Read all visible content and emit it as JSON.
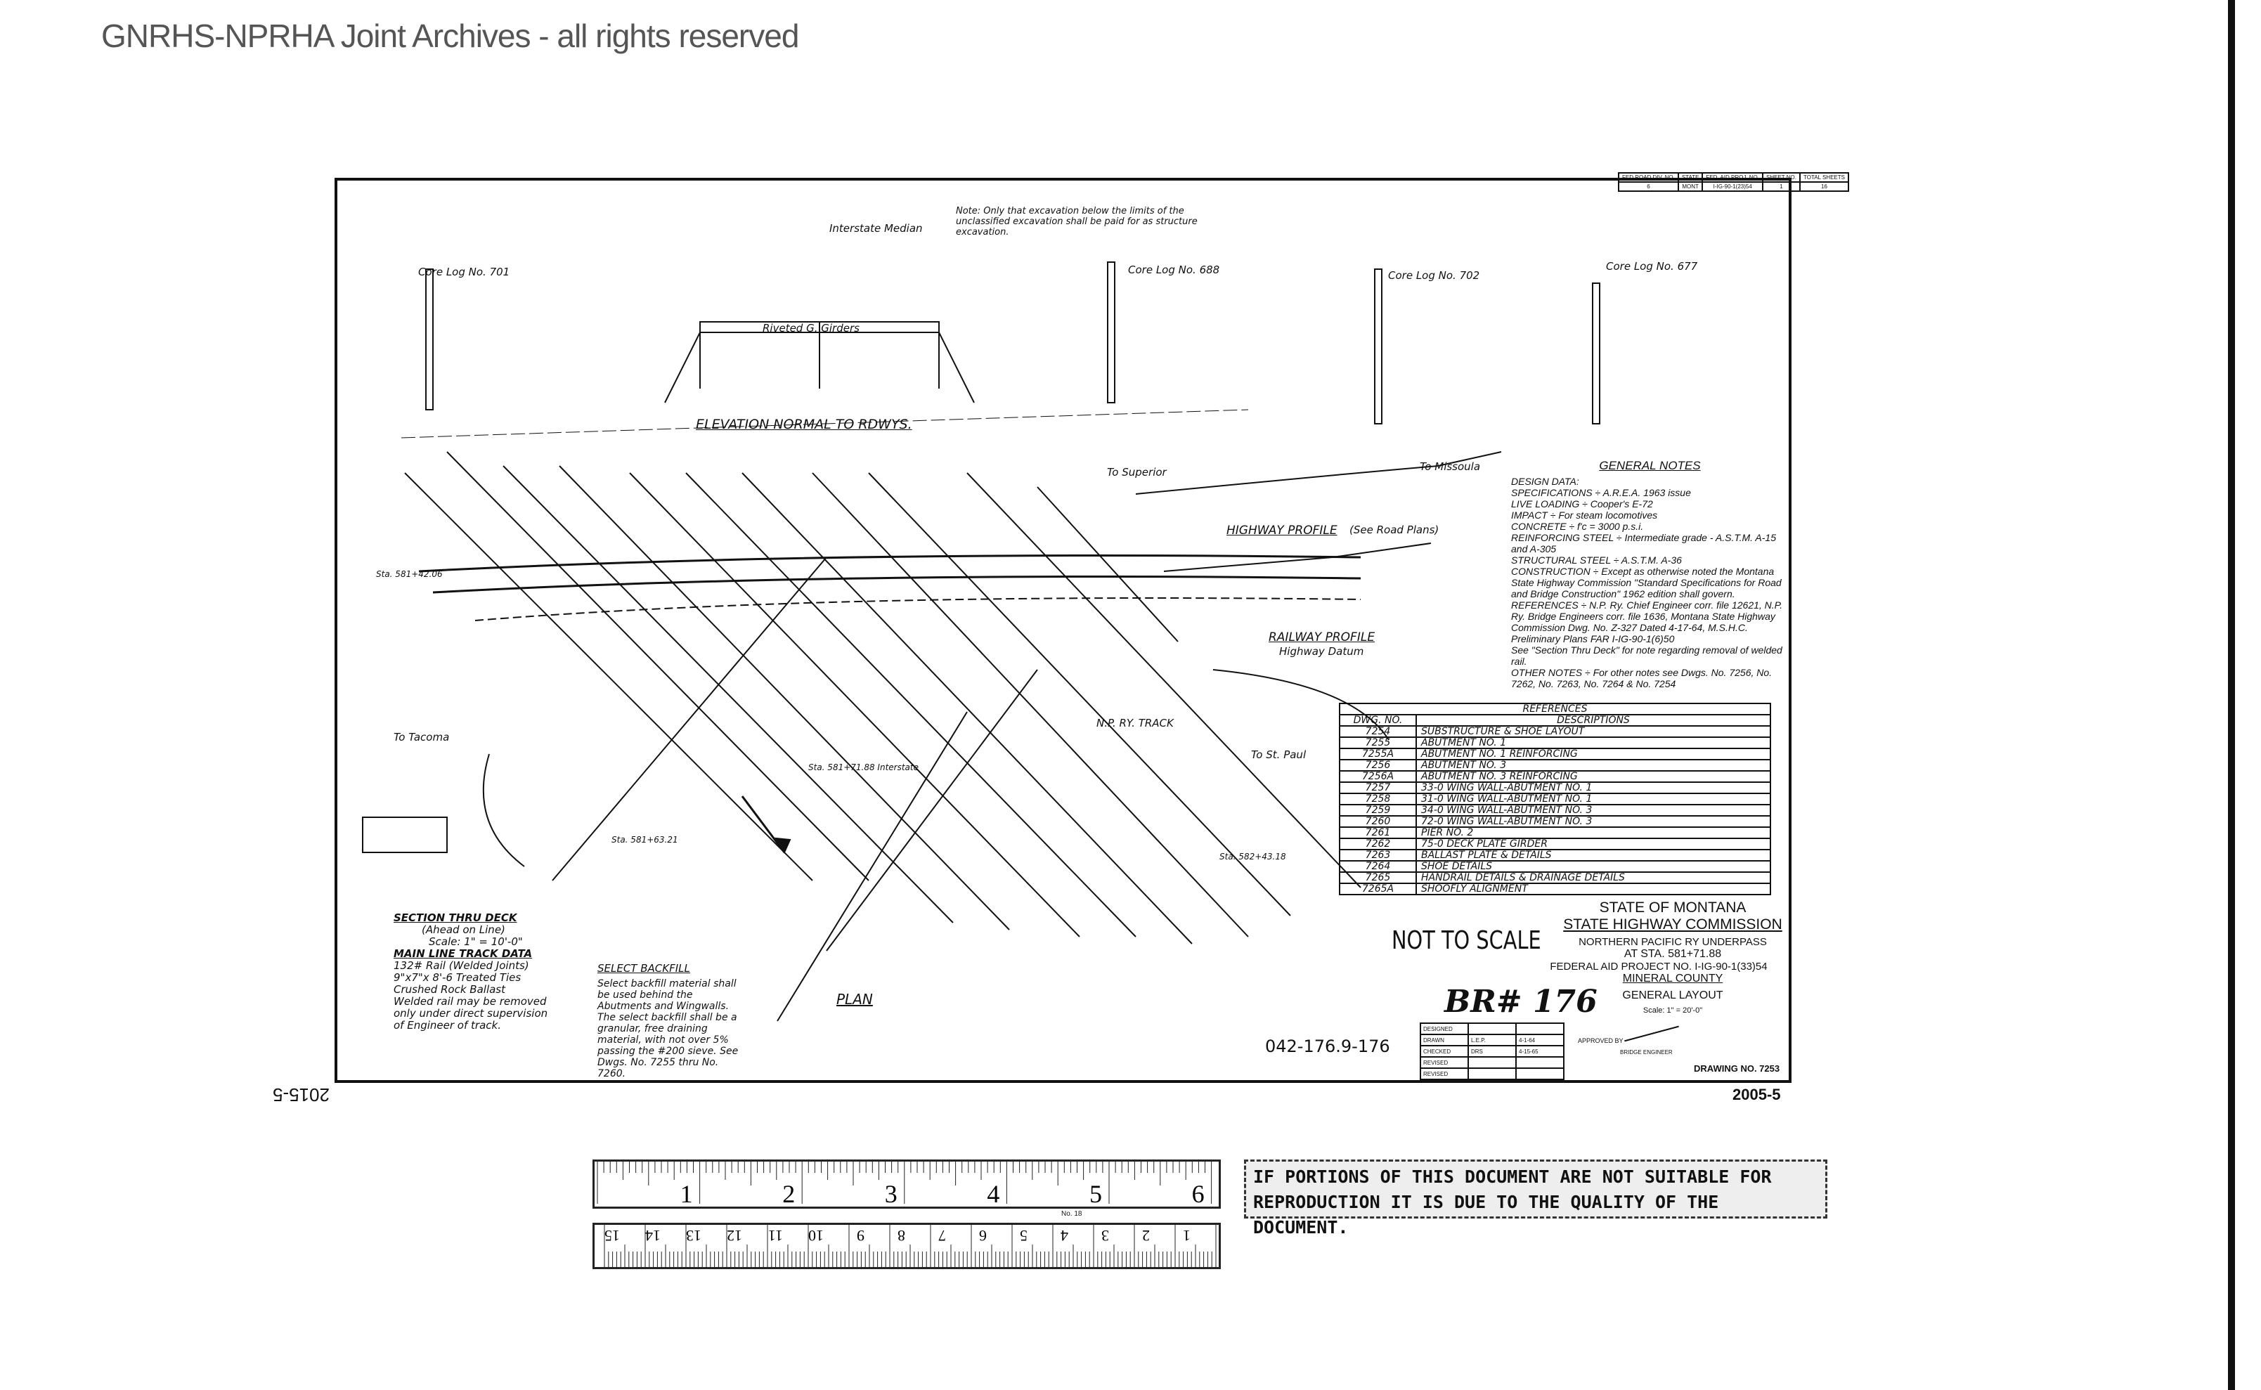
{
  "header": "GNRHS-NPRHA Joint Archives - all rights reserved",
  "top_box": {
    "headers": [
      "FED ROAD DIV. NO.",
      "STATE",
      "FED. AID PROJ. NO.",
      "SHEET NO.",
      "TOTAL SHEETS"
    ],
    "values": [
      "6",
      "MONT",
      "I-IG-90-1(23)54",
      "1",
      "16"
    ]
  },
  "views": {
    "elevation": "ELEVATION NORMAL TO RDWYS.",
    "plan": "PLAN",
    "highway_profile": "HIGHWAY PROFILE",
    "highway_profile_sub": "(See Road Plans)",
    "railway_profile": "RAILWAY PROFILE",
    "railway_profile_sub": "Highway Datum",
    "note_excavation": "Note: Only that excavation below the limits of the unclassified excavation shall be paid for as structure excavation.",
    "core_logs": [
      "Core Log No. 701",
      "Core Log No. 688",
      "Core Log No. 702",
      "Core Log No. 677"
    ],
    "riveted_girders": "Riveted G. Girders",
    "interstate_median": "Interstate Median",
    "to_tacoma": "To Tacoma",
    "to_st_paul": "To St. Paul",
    "to_missoula": "To Missoula",
    "to_superior": "To Superior",
    "np_track": "N.P. RY. TRACK",
    "stations": [
      "Sta. 581+71.88 Interstate",
      "Sta. 581+42.06",
      "Sta. 581+63.21",
      "Sta. 582+43.18"
    ]
  },
  "section_thru_deck": {
    "title": "SECTION THRU DECK",
    "sub1": "(Ahead on Line)",
    "sub2": "Scale: 1\" = 10'-0\"",
    "track_title": "MAIN LINE TRACK DATA",
    "track_lines": [
      "132# Rail (Welded Joints)",
      "9\"x7\"x 8'-6 Treated Ties",
      "Crushed Rock Ballast",
      "Welded rail may be removed",
      "only under direct supervision",
      "of Engineer of track."
    ]
  },
  "select_backfill": {
    "title": "SELECT BACKFILL",
    "text": "Select backfill material shall be used behind the Abutments and Wingwalls. The select backfill shall be a granular, free draining material, with not over 5% passing the #200 sieve. See Dwgs. No. 7255 thru No. 7260."
  },
  "general_notes": {
    "title": "GENERAL NOTES",
    "lines": [
      "DESIGN DATA:",
      "SPECIFICATIONS ÷ A.R.E.A. 1963 issue",
      "LIVE LOADING ÷ Cooper's E-72",
      "IMPACT ÷ For steam locomotives",
      "CONCRETE ÷ f'c = 3000 p.s.i.",
      "REINFORCING STEEL ÷ Intermediate grade - A.S.T.M. A-15 and A-305",
      "STRUCTURAL STEEL ÷ A.S.T.M. A-36",
      "CONSTRUCTION ÷ Except as otherwise noted the Montana State Highway Commission \"Standard Specifications for Road and Bridge Construction\" 1962 edition shall govern.",
      "REFERENCES ÷ N.P. Ry. Chief Engineer corr. file 12621, N.P. Ry. Bridge Engineers corr. file 1636, Montana State Highway Commission Dwg. No. Z-327 Dated 4-17-64, M.S.H.C. Preliminary Plans FAR I-IG-90-1(6)50",
      "See \"Section Thru Deck\" for note regarding removal of welded rail.",
      "OTHER NOTES ÷ For other notes see Dwgs. No. 7256, No. 7262, No. 7263, No. 7264 & No. 7254"
    ]
  },
  "references": {
    "title": "REFERENCES",
    "col_dwg": "DWG. NO.",
    "col_desc": "DESCRIPTIONS",
    "rows": [
      [
        "7254",
        "SUBSTRUCTURE & SHOE LAYOUT"
      ],
      [
        "7255",
        "ABUTMENT NO. 1"
      ],
      [
        "7255A",
        "ABUTMENT NO. 1 REINFORCING"
      ],
      [
        "7256",
        "ABUTMENT NO. 3"
      ],
      [
        "7256A",
        "ABUTMENT NO. 3 REINFORCING"
      ],
      [
        "7257",
        "33-0 WING WALL-ABUTMENT NO. 1"
      ],
      [
        "7258",
        "31-0 WING WALL-ABUTMENT NO. 1"
      ],
      [
        "7259",
        "34-0 WING WALL-ABUTMENT NO. 3"
      ],
      [
        "7260",
        "72-0 WING WALL-ABUTMENT NO. 3"
      ],
      [
        "7261",
        "PIER NO. 2"
      ],
      [
        "7262",
        "75-0 DECK PLATE GIRDER"
      ],
      [
        "7263",
        "BALLAST PLATE & DETAILS"
      ],
      [
        "7264",
        "SHOE DETAILS"
      ],
      [
        "7265",
        "HANDRAIL DETAILS & DRAINAGE DETAILS"
      ],
      [
        "7265A",
        "SHOOFLY ALIGNMENT"
      ]
    ]
  },
  "not_to_scale": "NOT TO SCALE",
  "bridge_no": "BR# 176",
  "drawing_code": "042-176.9-176",
  "signoff": {
    "rows": [
      [
        "DESIGNED",
        "",
        ""
      ],
      [
        "DRAWN",
        "L.E.P.",
        "4-1-64"
      ],
      [
        "CHECKED",
        "DRS",
        "4-15-65"
      ],
      [
        "REVISED",
        "",
        ""
      ],
      [
        "REVISED",
        "",
        ""
      ]
    ],
    "approved": "APPROVED BY",
    "approver_title": "BRIDGE ENGINEER"
  },
  "title_block": {
    "state": "STATE OF MONTANA",
    "commission": "STATE HIGHWAY COMMISSION",
    "line1": "NORTHERN PACIFIC RY UNDERPASS",
    "line2": "AT STA. 581+71.88",
    "line3": "FEDERAL AID PROJECT NO. I-IG-90-1(33)54",
    "county": "MINERAL COUNTY",
    "layout": "GENERAL LAYOUT",
    "scale": "Scale: 1\" = 20'-0\"",
    "drawing_no": "DRAWING NO. 7253"
  },
  "stamp_left": "2015-5",
  "stamp_right": "2005-5",
  "ruler_inches": [
    "1",
    "2",
    "3",
    "4",
    "5",
    "6"
  ],
  "ruler_cm": [
    "1",
    "2",
    "3",
    "4",
    "5",
    "6",
    "7",
    "8",
    "9",
    "10",
    "11",
    "12",
    "13",
    "14",
    "15"
  ],
  "ruler_brand": "No. 18",
  "warning": "IF PORTIONS OF THIS DOCUMENT ARE NOT SUITABLE FOR REPRODUCTION IT IS DUE TO THE QUALITY OF THE DOCUMENT."
}
